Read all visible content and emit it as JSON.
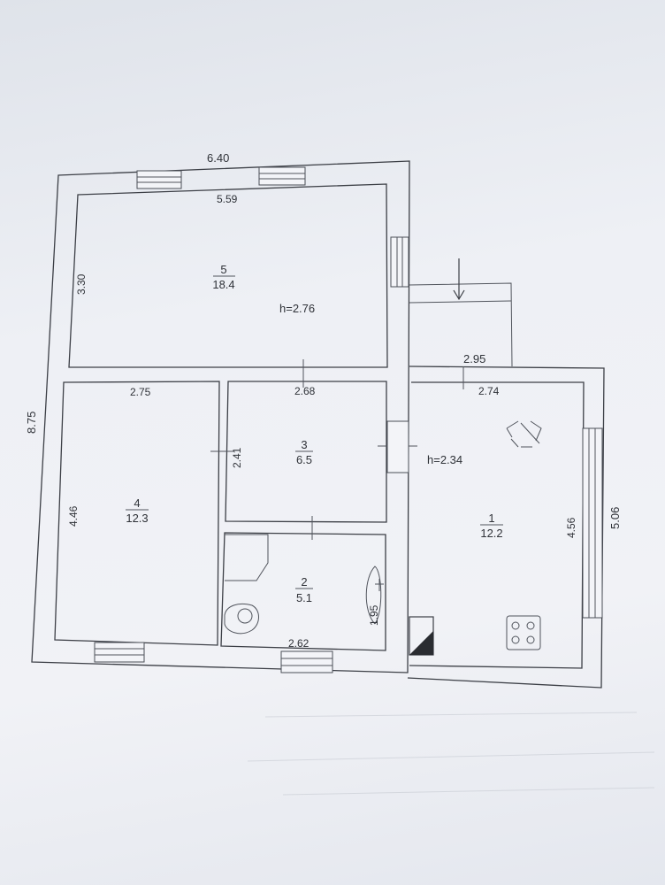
{
  "plan": {
    "overall_width": "6.40",
    "overall_depth": "8.75",
    "addition_width": "2.95",
    "addition_depth": "5.06",
    "height_main": "h=2.76",
    "height_addition": "h=2.34"
  },
  "rooms": [
    {
      "number": "5",
      "area": "18.4",
      "width": "5.59",
      "depth": "3.30"
    },
    {
      "number": "4",
      "area": "12.3",
      "width": "2.75",
      "depth": "4.46"
    },
    {
      "number": "3",
      "area": "6.5",
      "width": "2.68",
      "depth": "2.41"
    },
    {
      "number": "2",
      "area": "5.1",
      "width": "2.62",
      "depth": "1.95"
    },
    {
      "number": "1",
      "area": "12.2",
      "width": "2.74",
      "depth": "4.56"
    }
  ],
  "fixtures": [
    "bathtub-icon",
    "toilet-icon",
    "sink-icon",
    "stove-icon",
    "boiler-icon",
    "chimney-icon",
    "entrance-arrow-icon"
  ],
  "colors": {
    "line": "#3c3f46",
    "paper": "#eef0f5"
  }
}
